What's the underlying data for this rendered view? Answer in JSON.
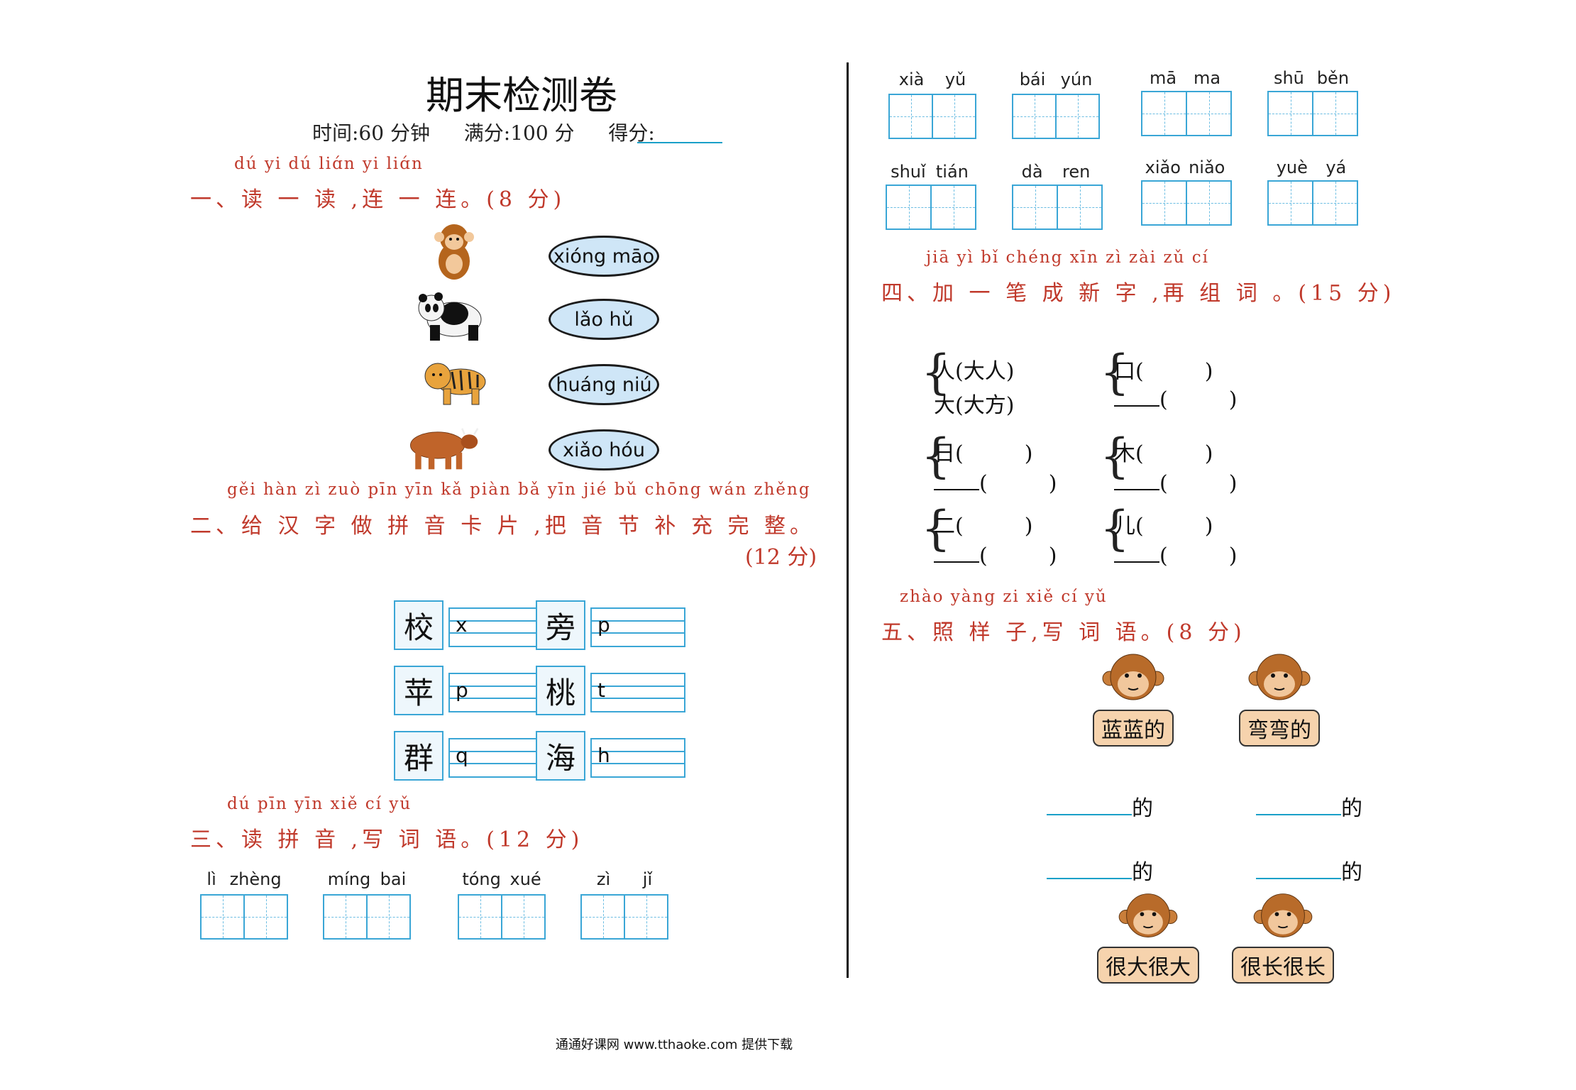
{
  "header": {
    "title": "期末检测卷",
    "time": "时间:60 分钟",
    "full_score": "满分:100 分",
    "score_label": "得分:"
  },
  "q1": {
    "pinyin": "dú  yi dú liɑ́n yi liɑ́n",
    "heading": "一、读 一 读 ,连 一 连。(8 分)",
    "animals": [
      "monkey",
      "panda",
      "tiger",
      "ox"
    ],
    "options": [
      "xióng māo",
      "lǎo hǔ",
      "huáng niú",
      "xiǎo hóu"
    ]
  },
  "q2": {
    "pinyin": "gěi hàn zì zuò pīn yīn kǎ piàn bǎ yīn jié bǔ chōng wán zhěng",
    "heading": "二、给 汉 字 做 拼 音  卡 片 ,把 音 节 补 充  完  整。",
    "points": "(12 分)",
    "cards": [
      {
        "char": "校",
        "prefix": "x"
      },
      {
        "char": "旁",
        "prefix": "p"
      },
      {
        "char": "苹",
        "prefix": "p"
      },
      {
        "char": "桃",
        "prefix": "t"
      },
      {
        "char": "群",
        "prefix": "q"
      },
      {
        "char": "海",
        "prefix": "h"
      }
    ]
  },
  "q3": {
    "pinyin": "dú  pīn yīn xiě cí yǔ",
    "heading": "三、读 拼 音 ,写 词 语。(12 分)",
    "words": [
      [
        "lì",
        "zhèng"
      ],
      [
        "míng",
        "bai"
      ],
      [
        "tóng",
        "xué"
      ],
      [
        "zì",
        "jǐ"
      ]
    ]
  },
  "q3b": {
    "words": [
      [
        "xià",
        "yǔ"
      ],
      [
        "bái",
        "yún"
      ],
      [
        "mā",
        "ma"
      ],
      [
        "shū",
        "běn"
      ],
      [
        "shuǐ",
        "tián"
      ],
      [
        "dà",
        "ren"
      ],
      [
        "xiǎo",
        "niǎo"
      ],
      [
        "yuè",
        "yá"
      ]
    ]
  },
  "q4": {
    "pinyin": "jiā yì bǐ chéng xīn zì  zài zǔ cí",
    "heading": "四、加 一 笔  成  新 字 ,再 组 词 。(15 分)",
    "example_top": "人(大人)",
    "example_bottom": "大(大方)",
    "items": [
      "口",
      "日",
      "木",
      "二",
      "儿"
    ],
    "paren_open": "(",
    "paren_close": ")"
  },
  "q5": {
    "pinyin": "zhào yàng zi xiě cí yǔ",
    "heading": "五、照  样  子,写  词 语。(8 分)",
    "examples": [
      "蓝蓝的",
      "弯弯的",
      "很大很大",
      "很长很长"
    ],
    "suffix": "的"
  },
  "footer": "通通好课网  www.tthaoke.com  提供下载"
}
